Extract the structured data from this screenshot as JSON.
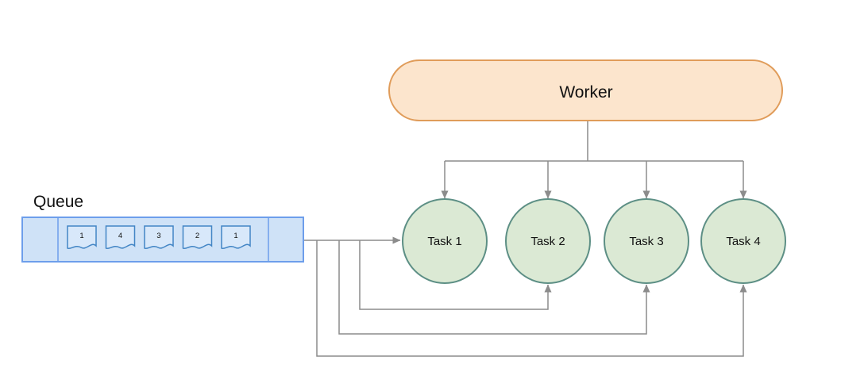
{
  "diagram": {
    "worker": {
      "label": "Worker"
    },
    "queue": {
      "label": "Queue",
      "items": [
        "1",
        "4",
        "3",
        "2",
        "1"
      ]
    },
    "tasks": [
      {
        "label": "Task 1"
      },
      {
        "label": "Task 2"
      },
      {
        "label": "Task 3"
      },
      {
        "label": "Task 4"
      }
    ]
  },
  "colors": {
    "worker_fill": "#fce5cd",
    "worker_stroke": "#e09c5a",
    "task_fill": "#dbe9d4",
    "task_stroke": "#5d8f85",
    "queue_fill": "#cfe2f7",
    "queue_stroke": "#6d9eeb",
    "doc_fill": "#d8e8fa",
    "doc_stroke": "#4285c5",
    "arrow": "#8c8c8c",
    "text": "#111111"
  }
}
